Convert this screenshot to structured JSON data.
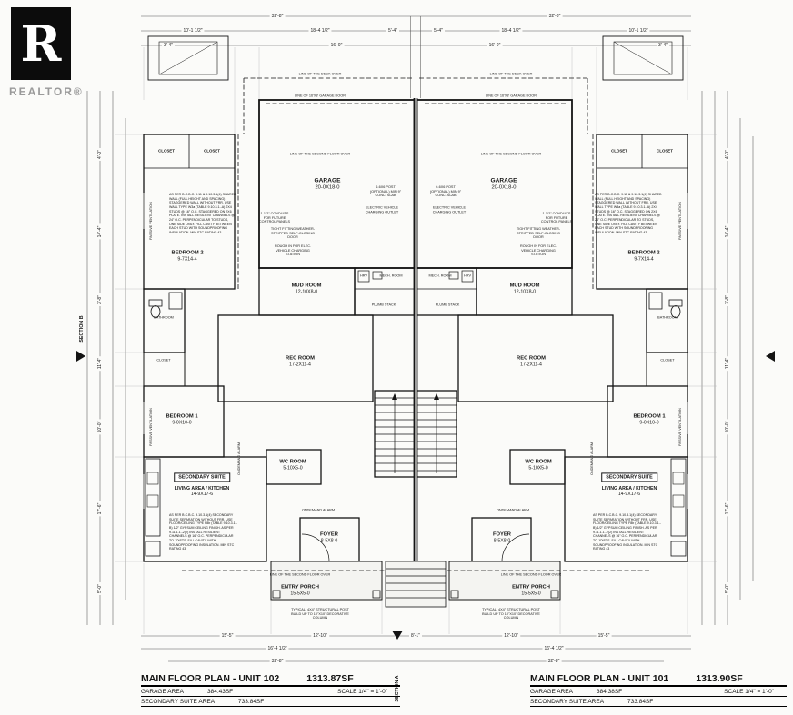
{
  "logo": {
    "letter": "R",
    "brand": "REALTOR®"
  },
  "sections": {
    "a": "SECTION A",
    "b": "SECTION B"
  },
  "rooms": {
    "garage": {
      "name": "GARAGE",
      "dims": "20-0X18-0"
    },
    "mud_room": {
      "name": "MUD ROOM",
      "dims": "12-10X8-0"
    },
    "rec_room": {
      "name": "REC ROOM",
      "dims": "17-2X11-4"
    },
    "bedroom2": {
      "name": "BEDROOM 2",
      "dims": "9-7X14-4"
    },
    "bedroom1": {
      "name": "BEDROOM 1",
      "dims": "9-0X10-0"
    },
    "wc_room": {
      "name": "WC ROOM",
      "dims": "5-10X5-0"
    },
    "foyer": {
      "name": "FOYER",
      "dims": "8-5X8-0"
    },
    "entry_porch": {
      "name": "ENTRY PORCH",
      "dims": "15-5X5-0"
    },
    "secondary_suite": {
      "name": "SECONDARY SUITE"
    },
    "living_kitchen": {
      "name": "LIVING AREA / KITCHEN",
      "dims": "14-9X17-6"
    },
    "closet": "CLOSET",
    "bathroom": "BATHROOM",
    "mech_room": "MECH. ROOM",
    "hrv": "HRV",
    "plumb_stack": "PLUMB STACK"
  },
  "annotations": {
    "deck_over": "LINE OF THE DECK OVER",
    "second_floor_over": "LINE OF THE SECOND FLOOR OVER",
    "garage_door": "LINE OF 16'X8' GARAGE DOOR",
    "ondemand_alarm": "ONDEMAND ALARM",
    "passive_ventilation": "PASSIVE VENTILATION",
    "ev_outlet": "ELECTRIC VEHICLE CHARGING OUTLET",
    "post_optional": "6-6X6 POST (OPTIONAL) MIN 9\" CONC. SLAB",
    "self_closing": "TIGHT FITTING WEATHER-STRIPPED SELF-CLOSING DOOR",
    "ev_rough_in": "ROUGH IN FOR ELEC. VEHICLE CHARGING STATION",
    "conduits": "1-1/2\" CONDUITS FOR FUTURE CONTROL PANELS",
    "typical_post": "TYPICAL: 4X4\" STRUCTURAL POST BUILD UP TO 10\"X10\" DECORATIVE COLUMN"
  },
  "notes": {
    "shared_wall": "AS PER B.C.B.C. 9.11 & 9.10.3.1(4) SHARED WALL (FULL HEIGHT AND SPACING) STAGGERED WALL WITHOUT FRR. USE WALL TYPE W3a (TABLE 9.10.3.1.-A) 2X4 STUDS @ 16\" O.C. STAGGERED ON 2X6 PLATE. INSTALL RESILIENT CHANNELS @ 24\" O.C. PERPENDICULAR TO STUDS, ONE SIDE ONLY. FILL CAVITY BETWEEN EACH STUD WITH SOUNDPROOFING INSULATION. MIN STC RATING 43",
    "suite_separation": "AS PER B.C.B.C. 9.10.3.1(4) SECONDARY SUITE SEPARATION WITHOUT FRR. USE FLOOR/CEILING TYPE F8b (TABLE 9.10.3.1.-B) 1/2\" GYPSUM CEILING FINISH. AS PER 9.11.1.1.-2(2) INSTALL RESILIENT CHANNELS @ 16\" O.C. PERPENDICULAR TO JOISTS. FILL CAVITY WITH SOUNDPROOFING INSULATION. MIN STC RATING 43"
  },
  "dims": {
    "top": [
      "32'-8\"",
      "32'-8\"",
      "10'-1 1/2\"",
      "18'-4 1/2\"",
      "5'-4\"",
      "5'-4\"",
      "18'-4 1/2\"",
      "10'-1 1/2\"",
      "3'-4\"",
      "16'-0\"",
      "16'-0\"",
      "3'-4\""
    ],
    "bottom": [
      "15'-5\"",
      "12'-10\"",
      "8'-1\"",
      "12'-10\"",
      "15'-5\"",
      "16'-4 1/2\"",
      "16'-4 1/2\"",
      "32'-8\"",
      "32'-8\""
    ],
    "left": [
      "4'-0\"",
      "14'-4\"",
      "3'-8\"",
      "11'-4\"",
      "10'-0\"",
      "17'-6\"",
      "5'-0\""
    ],
    "right": [
      "4'-0\"",
      "14'-4\"",
      "3'-8\"",
      "11'-4\"",
      "10'-0\"",
      "17'-6\"",
      "5'-0\""
    ]
  },
  "title_blocks": {
    "unit102": {
      "title": "MAIN FLOOR PLAN - UNIT 102",
      "area": "1313.87SF",
      "garage_label": "GARAGE AREA",
      "garage_area": "384.43SF",
      "scale": "SCALE 1/4\" = 1'-0\"",
      "suite_label": "SECONDARY SUITE AREA",
      "suite_area": "733.84SF"
    },
    "unit101": {
      "title": "MAIN FLOOR PLAN - UNIT 101",
      "area": "1313.90SF",
      "garage_label": "GARAGE AREA",
      "garage_area": "384.38SF",
      "scale": "SCALE 1/4\" = 1'-0\"",
      "suite_label": "SECONDARY SUITE AREA",
      "suite_area": "733.84SF"
    }
  }
}
